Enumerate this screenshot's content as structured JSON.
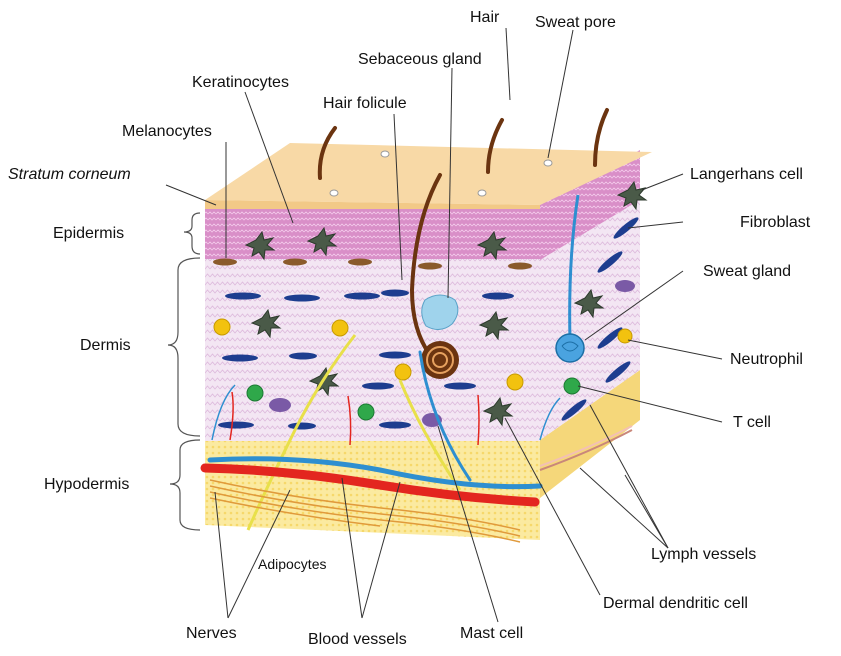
{
  "labels": {
    "hair": "Hair",
    "sweat_pore": "Sweat pore",
    "sebaceous_gland": "Sebaceous gland",
    "keratinocytes": "Keratinocytes",
    "hair_folicule": "Hair folicule",
    "melanocytes": "Melanocytes",
    "stratum_corneum": "Stratum corneum",
    "epidermis": "Epidermis",
    "dermis": "Dermis",
    "hypodermis": "Hypodermis",
    "langerhans_cell": "Langerhans cell",
    "fibroblast": "Fibroblast",
    "sweat_gland": "Sweat gland",
    "neutrophil": "Neutrophil",
    "t_cell": "T cell",
    "lymph_vessels": "Lymph vessels",
    "dermal_dendritic_cell": "Dermal dendritic cell",
    "mast_cell": "Mast cell",
    "blood_vessels": "Blood vessels",
    "nerves": "Nerves",
    "adipocytes": "Adipocytes"
  },
  "colors": {
    "surface": "#f8d9a6",
    "epidermis": "#d98fc8",
    "dermis": "#f1e2f1",
    "hypodermis": "#fbeaa0",
    "artery": "#e3261f",
    "vein": "#2e8fd0",
    "nerve": "#e8e04a",
    "fibroblast": "#1d3d8f",
    "neutrophil": "#f2c20f",
    "t_cell": "#2fa84a",
    "mast_cell": "#7a5aa6",
    "melanocyte": "#8a5a2b",
    "hair": "#6b3410",
    "sweat_gland": "#4aa3e0"
  }
}
